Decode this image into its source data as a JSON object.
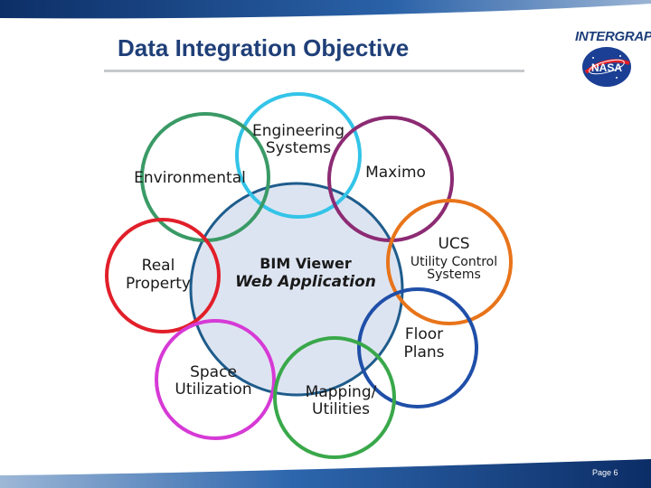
{
  "slide": {
    "title": "Data Integration Objective",
    "brand": "INTERGRAPH",
    "seal_text": "NASA",
    "page_label": "Page 6"
  },
  "diagram": {
    "center": {
      "line1": "BIM Viewer",
      "line2": "Web Application"
    },
    "nodes": {
      "engineering": {
        "line1": "Engineering",
        "line2": "Systems",
        "color": "#33c4e8"
      },
      "maximo": {
        "line1": "Maximo",
        "color": "#8c2b73"
      },
      "environmental": {
        "line1": "Environmental",
        "color": "#3a9a66"
      },
      "ucs": {
        "line1": "UCS",
        "line2": "Utility Control",
        "line3": "Systems",
        "color": "#e8741a"
      },
      "real_property": {
        "line1": "Real",
        "line2": "Property",
        "color": "#e11f2a"
      },
      "floor_plans": {
        "line1": "Floor",
        "line2": "Plans",
        "color": "#1f4fa8"
      },
      "space_utilization": {
        "line1": "Space",
        "line2": "Utilization",
        "color": "#d63ad6"
      },
      "mapping": {
        "line1": "Mapping/",
        "line2": "Utilities",
        "color": "#39a84a"
      }
    },
    "center_fill": "#dde4f1",
    "center_stroke": "#1e5c8c"
  }
}
